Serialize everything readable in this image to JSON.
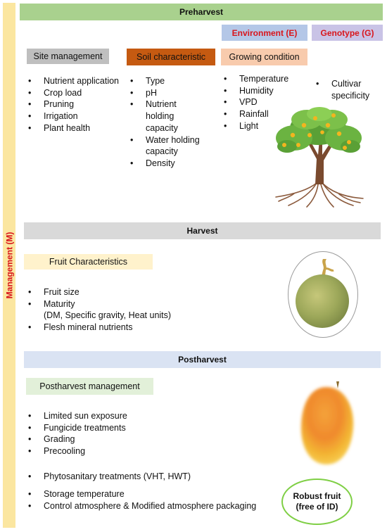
{
  "sidebar": {
    "label": "Management (M)"
  },
  "preharvest": {
    "title": "Preharvest",
    "environment_label": "Environment (E)",
    "genotype_label": "Genotype (G)",
    "site_management": {
      "label": "Site management",
      "items": [
        "Nutrient application",
        "Crop load",
        "Pruning",
        "Irrigation",
        "Plant health"
      ]
    },
    "soil": {
      "label": "Soil characteristic",
      "items": [
        "Type",
        "pH",
        "Nutrient",
        "holding",
        "capacity",
        "Water holding",
        "capacity",
        "Density"
      ]
    },
    "growing": {
      "label": "Growing condition",
      "items": [
        "Temperature",
        "Humidity",
        "VPD",
        "Rainfall",
        "Light"
      ]
    },
    "genotype_items": [
      "Cultivar",
      "specificity"
    ]
  },
  "harvest": {
    "title": "Harvest",
    "fruit_label": "Fruit Characteristics",
    "items": [
      "Fruit size",
      "Maturity",
      "(DM, Specific gravity, Heat units)",
      "Flesh mineral nutrients"
    ]
  },
  "postharvest": {
    "title": "Postharvest",
    "management_label": "Postharvest management",
    "items": [
      "Limited sun exposure",
      "Fungicide treatments",
      "Grading",
      "Precooling"
    ],
    "item_phyto": "Phytosanitary treatments (VHT, HWT)",
    "items2": [
      "Storage temperature",
      "Control atmosphere & Modified atmosphere packaging"
    ],
    "robust_line1": "Robust fruit",
    "robust_line2": "(free of ID)"
  },
  "colors": {
    "preharvest_bar": "#a9d18e",
    "harvest_bar": "#d9d9d9",
    "postharvest_bar": "#dae3f3",
    "environment": "#b4c7e7",
    "genotype": "#c9c3e6",
    "site_management": "#bfbfbf",
    "soil": "#c55a11",
    "growing": "#f8cbad",
    "fruit_box": "#fff2cc",
    "post_box": "#e2f0d9",
    "accent_red": "#d9151b"
  },
  "icons": [
    "tree-illustration",
    "green-mango-illustration",
    "ripe-mango-illustration"
  ]
}
